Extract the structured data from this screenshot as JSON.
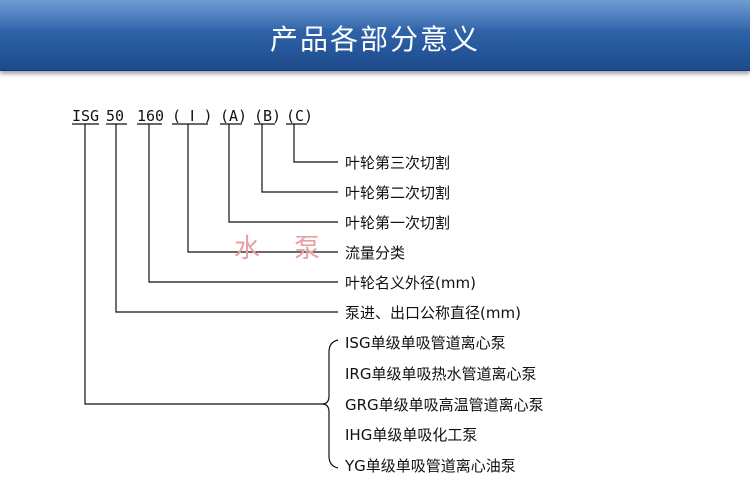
{
  "title": "产品各部分意义",
  "code_segments": [
    "ISG",
    "50",
    "160",
    "( Ⅰ )",
    "(A)",
    "(B)",
    "(C)"
  ],
  "descriptions": [
    "叶轮第三次切割",
    "叶轮第二次切割",
    "叶轮第一次切割",
    "流量分类",
    "叶轮名义外径(mm)",
    "泵进、出口公称直径(mm)"
  ],
  "pump_types": [
    "ISG单级单吸管道离心泵",
    "IRG单级单吸热水管道离心泵",
    "GRG单级单吸高温管道离心泵",
    "IHG单级单吸化工泵",
    "YG单级单吸管道离心油泵"
  ],
  "watermark": [
    "水",
    "泵"
  ],
  "colors": {
    "header_top": "#4f86c9",
    "header_bottom": "#1d4a8c",
    "line": "#111111",
    "watermark": "#e8a0a0"
  }
}
